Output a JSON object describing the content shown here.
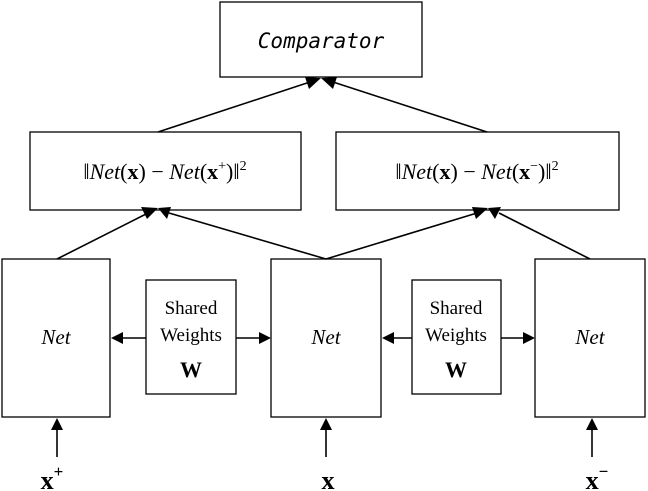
{
  "comparator": {
    "label": "Comparator"
  },
  "distances": {
    "positive": {
      "norm_open": "‖",
      "net": "Net",
      "lparen": "(",
      "x": "x",
      "rparen": ")",
      "minus": " − ",
      "net2": "Net",
      "lparen2": "(",
      "x2": "x",
      "sup": "+",
      "rparen2": ")",
      "norm_close": "‖",
      "square": "2"
    },
    "negative": {
      "norm_open": "‖",
      "net": "Net",
      "lparen": "(",
      "x": "x",
      "rparen": ")",
      "minus": " − ",
      "net2": "Net",
      "lparen2": "(",
      "x2": "x",
      "sup": "−",
      "rparen2": ")",
      "norm_close": "‖",
      "square": "2"
    }
  },
  "networks": {
    "left": "Net",
    "center": "Net",
    "right": "Net"
  },
  "shared_weights": [
    {
      "line1": "Shared",
      "line2": "Weights",
      "symbol": "W"
    },
    {
      "line1": "Shared",
      "line2": "Weights",
      "symbol": "W"
    }
  ],
  "inputs": {
    "positive": {
      "base": "x",
      "sup": "+"
    },
    "anchor": {
      "base": "x"
    },
    "negative": {
      "base": "x",
      "sup": "−"
    }
  }
}
